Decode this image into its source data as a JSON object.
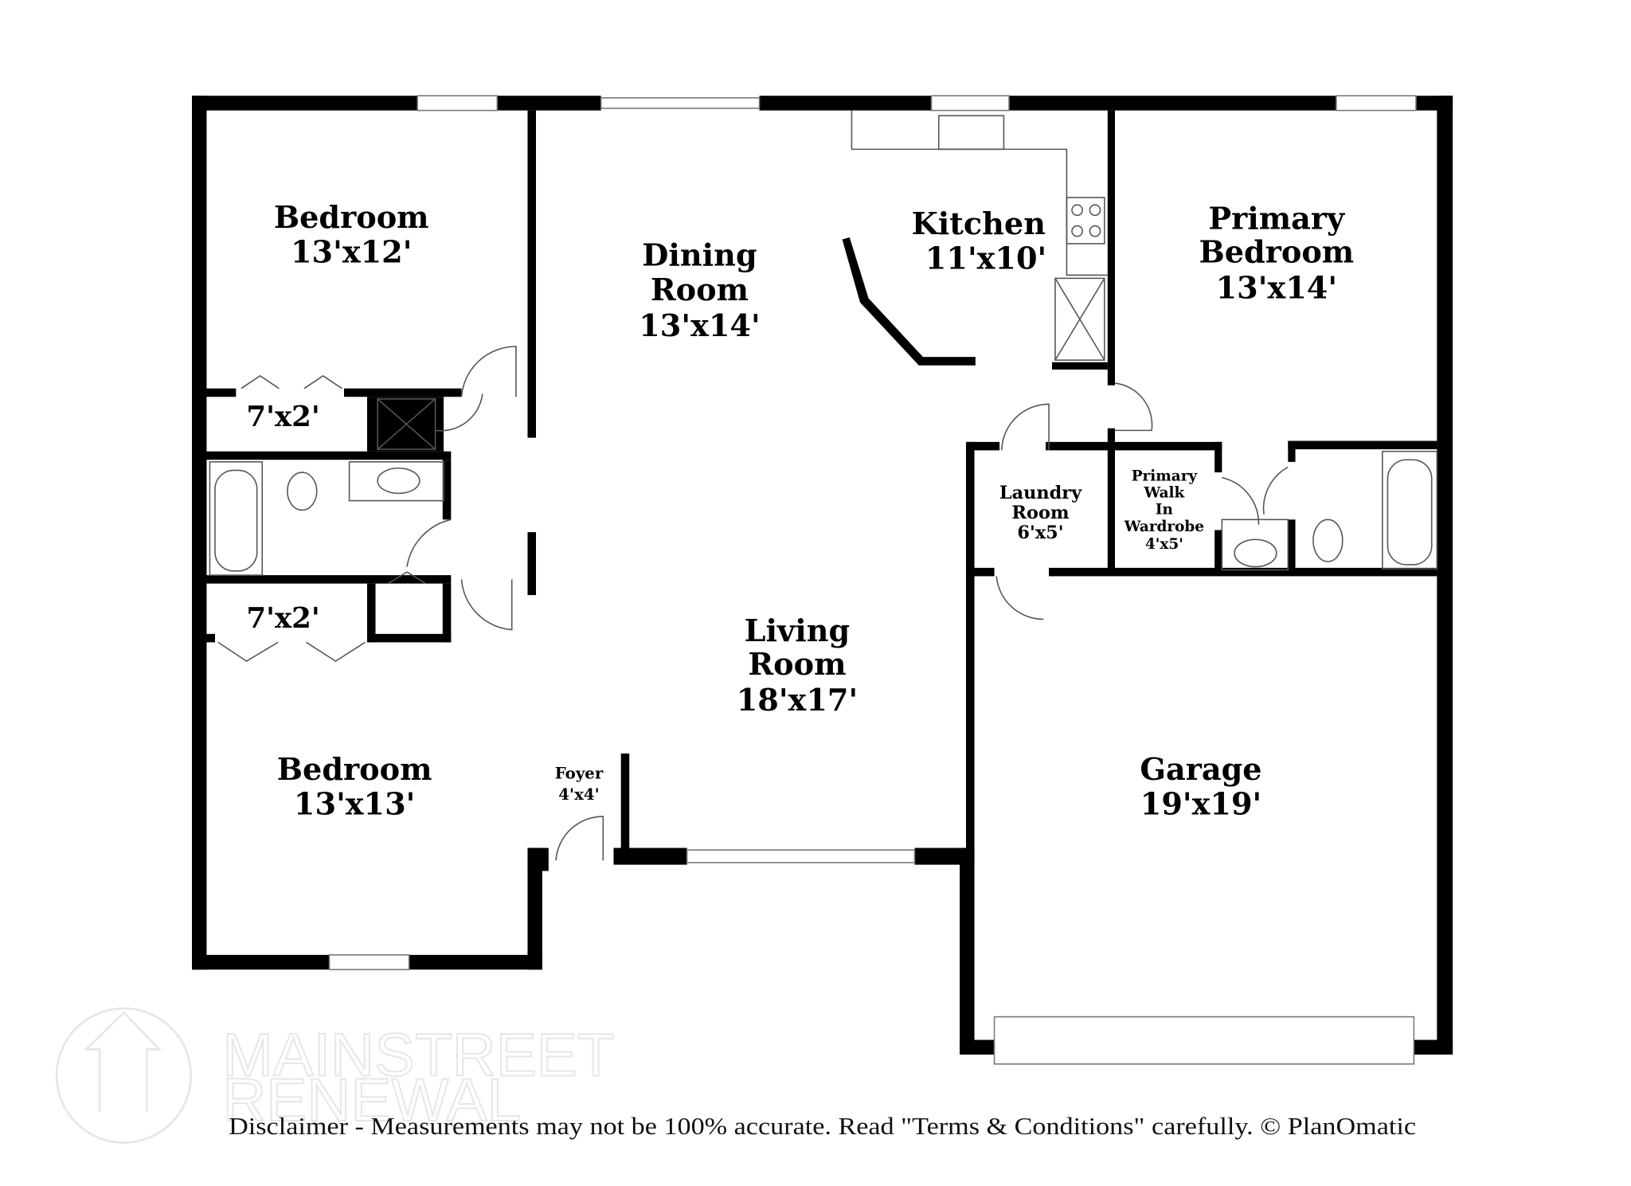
{
  "rooms": {
    "bedroom_top": {
      "name": "Bedroom",
      "size": "13'x12'"
    },
    "closet_top": {
      "size": "7'x2'"
    },
    "closet_bottom": {
      "size": "7'x2'"
    },
    "bedroom_bottom": {
      "name": "Bedroom",
      "size": "13'x13'"
    },
    "dining": {
      "name1": "Dining",
      "name2": "Room",
      "size": "13'x14'"
    },
    "kitchen": {
      "name": "Kitchen",
      "size": "11'x10'"
    },
    "primary_bedroom": {
      "name1": "Primary",
      "name2": "Bedroom",
      "size": "13'x14'"
    },
    "living": {
      "name1": "Living",
      "name2": "Room",
      "size": "18'x17'"
    },
    "laundry": {
      "name1": "Laundry",
      "name2": "Room",
      "size": "6'x5'"
    },
    "wardrobe": {
      "name1": "Primary",
      "name2": "Walk",
      "name3": "In",
      "name4": "Wardrobe",
      "size": "4'x5'"
    },
    "foyer": {
      "name": "Foyer",
      "size": "4'x4'"
    },
    "garage": {
      "name": "Garage",
      "size": "19'x19'"
    }
  },
  "watermark": {
    "line1": "MAINSTREET",
    "line2": "RENEWAL"
  },
  "disclaimer": "Disclaimer - Measurements may not be 100% accurate. Read \"Terms & Conditions\" carefully. © PlanOmatic"
}
